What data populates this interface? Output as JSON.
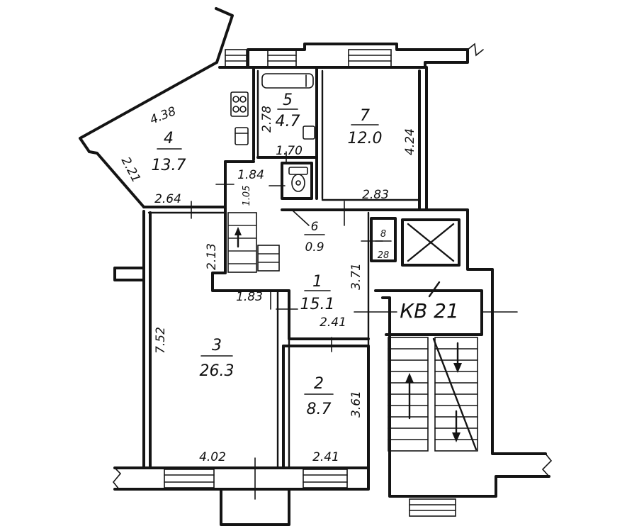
{
  "rooms": [
    {
      "id": "room-1",
      "number": "1",
      "area": "15.1"
    },
    {
      "id": "room-2",
      "number": "2",
      "area": "8.7"
    },
    {
      "id": "room-3",
      "number": "3",
      "area": "26.3"
    },
    {
      "id": "room-4",
      "number": "4",
      "area": "13.7"
    },
    {
      "id": "room-5",
      "number": "5",
      "area": "4.7"
    },
    {
      "id": "room-6",
      "number": "6",
      "area": "0.9"
    },
    {
      "id": "room-7",
      "number": "7",
      "area": "12.0"
    },
    {
      "id": "room-8",
      "number": "8",
      "area": "28"
    }
  ],
  "dimensions": {
    "d_4_38": "4.38",
    "d_2_21": "2.21",
    "d_2_64": "2.64",
    "d_2_78": "2.78",
    "d_1_70": "1.70",
    "d_1_84": "1.84",
    "d_1_05": "1.05",
    "d_4_24": "4.24",
    "d_2_83": "2.83",
    "d_2_13": "2.13",
    "d_1_83": "1.83",
    "d_3_71": "3.71",
    "d_2_41_mid": "2.41",
    "d_7_52": "7.52",
    "d_3_61": "3.61",
    "d_4_02": "4.02",
    "d_2_41_bottom": "2.41"
  },
  "apartment_label": "КВ 21"
}
